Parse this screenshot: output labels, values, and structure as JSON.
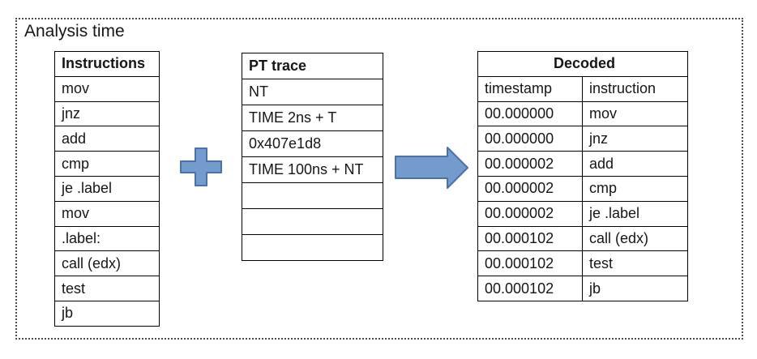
{
  "page": {
    "label": "Analysis time"
  },
  "instructions_table": {
    "header": "Instructions",
    "rows": [
      "mov",
      "jnz",
      "add",
      "cmp",
      "je .label",
      "mov",
      ".label:",
      "call (edx)",
      "test",
      "jb"
    ]
  },
  "pt_trace_table": {
    "header": "PT trace",
    "rows": [
      "NT",
      "TIME 2ns + T",
      "0x407e1d8",
      "TIME 100ns + NT",
      "",
      "",
      ""
    ]
  },
  "decoded_table": {
    "header": "Decoded",
    "columns": [
      "timestamp",
      "instruction"
    ],
    "rows": [
      [
        "00.000000",
        "mov"
      ],
      [
        "00.000000",
        "jnz"
      ],
      [
        "00.000002",
        "add"
      ],
      [
        "00.000002",
        "cmp"
      ],
      [
        "00.000002",
        "je .label"
      ],
      [
        "00.000102",
        "call (edx)"
      ],
      [
        "00.000102",
        "test"
      ],
      [
        "00.000102",
        "jb"
      ]
    ]
  },
  "icons": {
    "plus": "plus-icon",
    "arrow": "arrow-right-icon"
  },
  "colors": {
    "shape_fill": "#739ccd",
    "shape_stroke": "#4a72a8",
    "table_border": "#000000",
    "frame_border": "#4a4a4a"
  }
}
